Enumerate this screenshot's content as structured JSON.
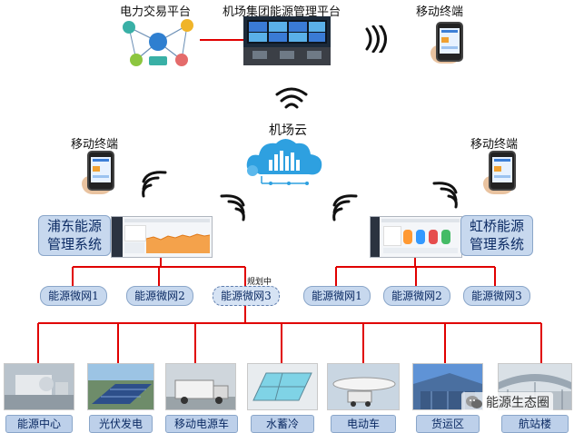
{
  "top": {
    "trading_platform": "电力交易平台",
    "group_platform": "机场集团能源管理平台",
    "mobile_top": "移动终端"
  },
  "cloud": {
    "label": "机场云"
  },
  "left": {
    "mobile": "移动终端",
    "system_line1": "浦东能源",
    "system_line2": "管理系统",
    "microgrids": [
      "能源微网1",
      "能源微网2",
      "能源微网3"
    ],
    "planned_note": "规划中"
  },
  "right": {
    "mobile": "移动终端",
    "system_line1": "虹桥能源",
    "system_line2": "管理系统",
    "microgrids": [
      "能源微网1",
      "能源微网2",
      "能源微网3"
    ]
  },
  "bottom": {
    "items": [
      "能源中心",
      "光伏发电",
      "移动电源车",
      "水蓄冷",
      "电动车",
      "货运区",
      "航站楼"
    ]
  },
  "watermark": {
    "text": "能源生态圈"
  },
  "colors": {
    "link_red": "#e00000",
    "box_fill": "#c7d8ee",
    "label_text": "#0b2a63"
  }
}
